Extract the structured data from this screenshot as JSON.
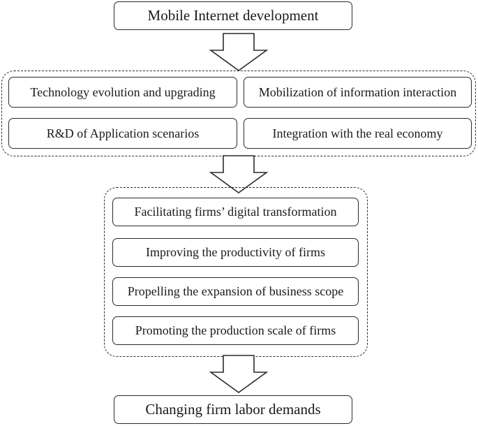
{
  "diagram": {
    "top": "Mobile Internet development",
    "group1": {
      "items": [
        "Technology evolution and upgrading",
        "Mobilization of information interaction",
        "R&D of Application scenarios",
        "Integration with the real economy"
      ]
    },
    "group2": {
      "items": [
        "Facilitating firms’ digital transformation",
        "Improving the productivity of firms",
        "Propelling the expansion of business scope",
        "Promoting the production scale of firms"
      ]
    },
    "bottom": "Changing firm labor demands"
  }
}
